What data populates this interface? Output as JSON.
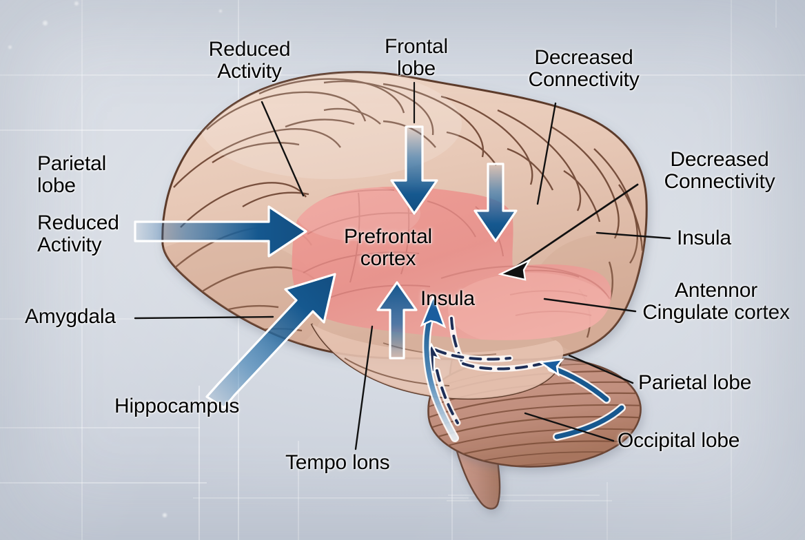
{
  "figure": {
    "kind": "brain-anatomy-illustration",
    "view": "lateral (side) view of human brain, left hemisphere",
    "background_color": "#d7dce4",
    "cortex_color": "#e7caba",
    "highlight_color": "#e8938f",
    "cerebellum_color": "#c59484",
    "arrow_color": "#1a5d9e",
    "leader_color": "#111111",
    "dashed_color": "#1e2e57"
  },
  "labels": {
    "reduced_activity_top": "Reduced\nActivity",
    "frontal_lobe": "Frontal\nlobe",
    "decreased_connectivity_top": "Decreased\nConnectivity",
    "parietal_lobe_left": "Parietal\nlobe",
    "reduced_activity_left": "Reduced\nActivity",
    "amygdala": "Amygdala",
    "hippocampus": "Hippocampus",
    "temporal_lobe": "Tempo lons",
    "prefrontal_cortex": "Prefrontal\ncortex",
    "insula_center": "Insula",
    "decreased_connectivity_right": "Decreased\nConnectivity",
    "insula_right": "Insula",
    "anterior_cingulate_cortex": "Antennor\nCingulate cortex",
    "parietal_lobe_right": "Parietal lobe",
    "occipital_lobe": "Occipital lobe"
  },
  "annotations": {
    "blue_arrows": [
      {
        "name": "arrow-into-prefrontal-left",
        "direction": "right",
        "from": "Reduced Activity (left)",
        "to": "prefrontal cortex"
      },
      {
        "name": "arrow-into-prefrontal-top",
        "direction": "down",
        "from": "Frontal lobe",
        "to": "prefrontal cortex"
      },
      {
        "name": "arrow-into-insula-top",
        "direction": "down",
        "from": "Decreased Connectivity (top)",
        "to": "insula"
      },
      {
        "name": "arrow-from-hippocampus",
        "direction": "up-right",
        "from": "Hippocampus",
        "to": "prefrontal cortex"
      },
      {
        "name": "arrow-into-insula-bottom",
        "direction": "up",
        "from": "below",
        "to": "insula"
      },
      {
        "name": "arrow-curved-left",
        "direction": "up",
        "from": "cerebellum region",
        "to": "insula"
      },
      {
        "name": "arrow-curved-right",
        "direction": "up-left",
        "from": "occipital region",
        "to": "parietal lobe"
      }
    ],
    "black_leader_lines": 9,
    "dashed_outline": "navy dashed boundary tracing the temporal/cerebellar junction"
  }
}
